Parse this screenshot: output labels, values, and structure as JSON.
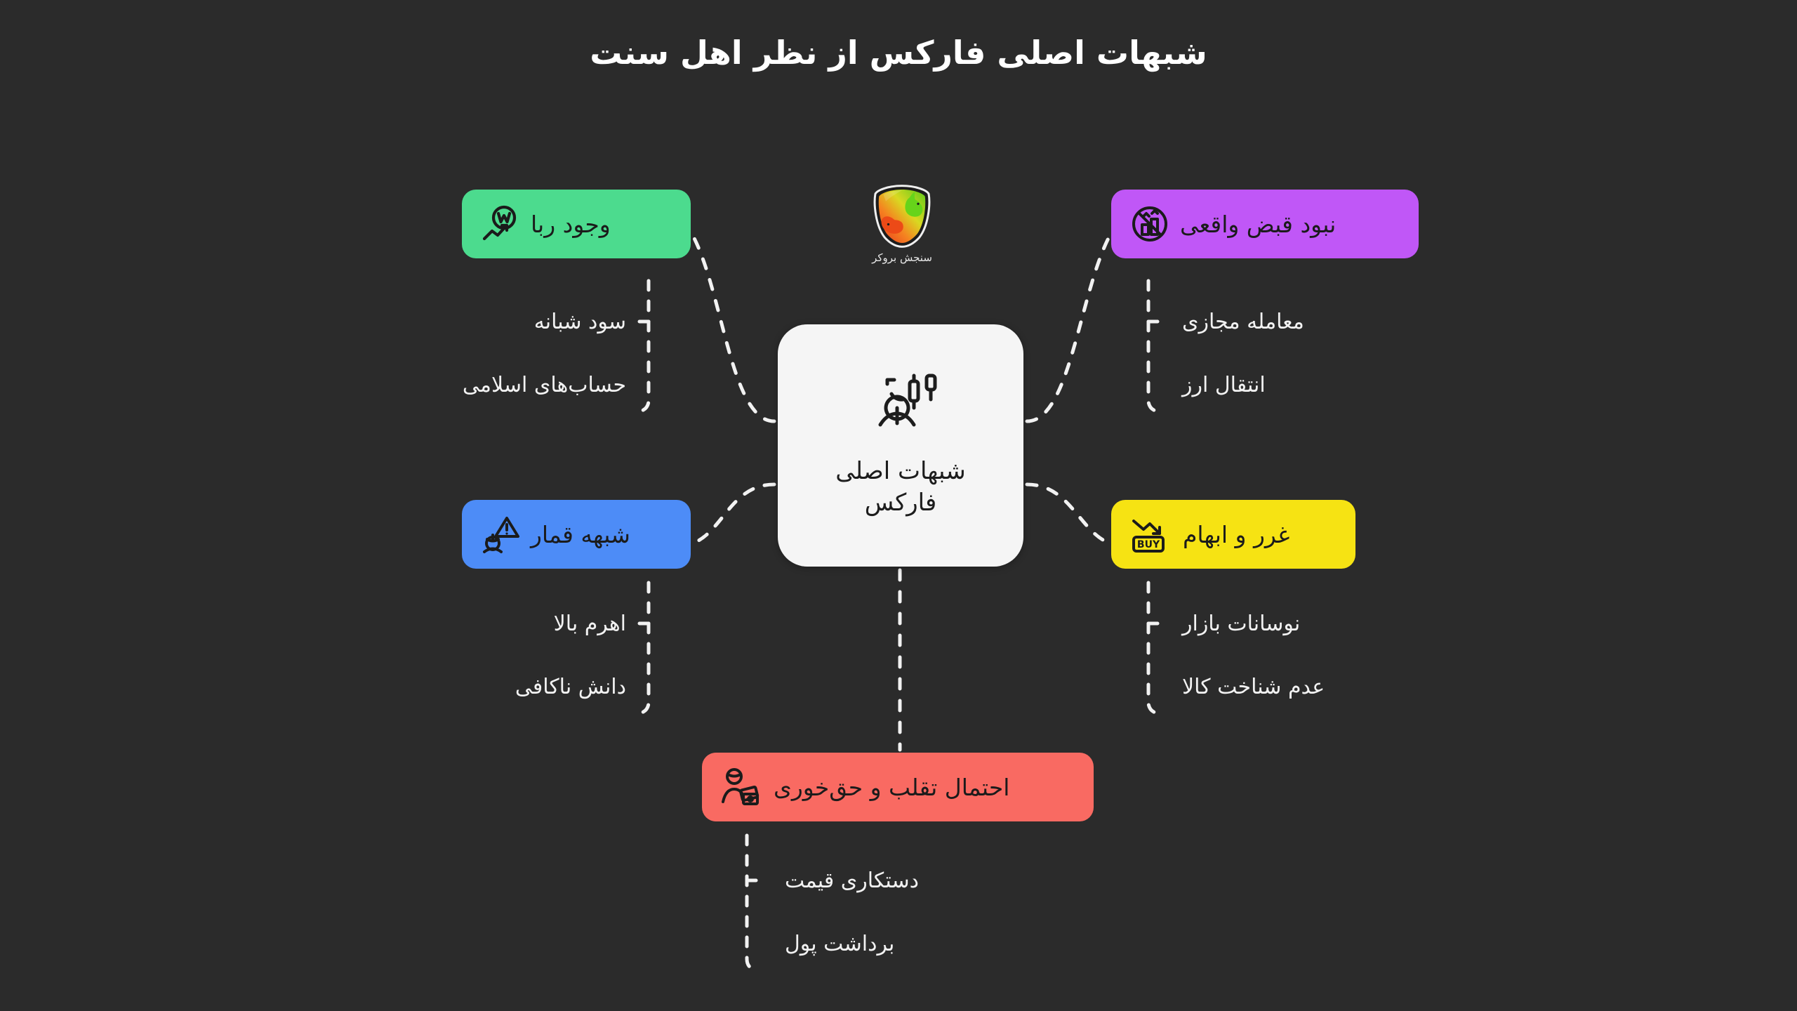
{
  "page": {
    "title": "شبهات اصلی فارکس از نظر اهل سنت",
    "background_color": "#2b2b2b",
    "text_color": "#f2f2f2"
  },
  "logo": {
    "caption": "سنجش بروکر",
    "icon": "bull-bear-shield-logo",
    "bull_color": "#7ed321",
    "bear_color": "#f05a28"
  },
  "center": {
    "label": "شبهات اصلی\nفارکس",
    "icon": "trader-candlestick-icon",
    "background_color": "#f5f5f5",
    "text_color": "#1d1d1d"
  },
  "branches": [
    {
      "id": "riba",
      "label": "وجود ربا",
      "icon": "won-currency-growth-icon",
      "color": "#4cdb8e",
      "position": "top-left",
      "children": [
        "سود شبانه",
        "حساب‌های اسلامی"
      ]
    },
    {
      "id": "qabz",
      "label": "نبود قبض واقعی",
      "icon": "no-physical-delivery-icon",
      "color": "#c057f7",
      "position": "top-right",
      "children": [
        "معامله مجازی",
        "انتقال ارز"
      ]
    },
    {
      "id": "gambling",
      "label": "شبهه قمار",
      "icon": "gambler-warning-icon",
      "color": "#4d8cf7",
      "position": "bottom-left",
      "children": [
        "اهرم بالا",
        "دانش ناکافی"
      ]
    },
    {
      "id": "gharar",
      "label": "غرر و ابهام",
      "icon": "buy-downtrend-icon",
      "color": "#f6e313",
      "position": "bottom-right",
      "children": [
        "نوسانات بازار",
        "عدم شناخت کالا"
      ]
    },
    {
      "id": "fraud",
      "label": "احتمال تقلب و حق‌خوری",
      "icon": "scammer-cash-icon",
      "color": "#f96a62",
      "position": "bottom-center",
      "children": [
        "دستکاری قیمت",
        "برداشت پول"
      ]
    }
  ]
}
